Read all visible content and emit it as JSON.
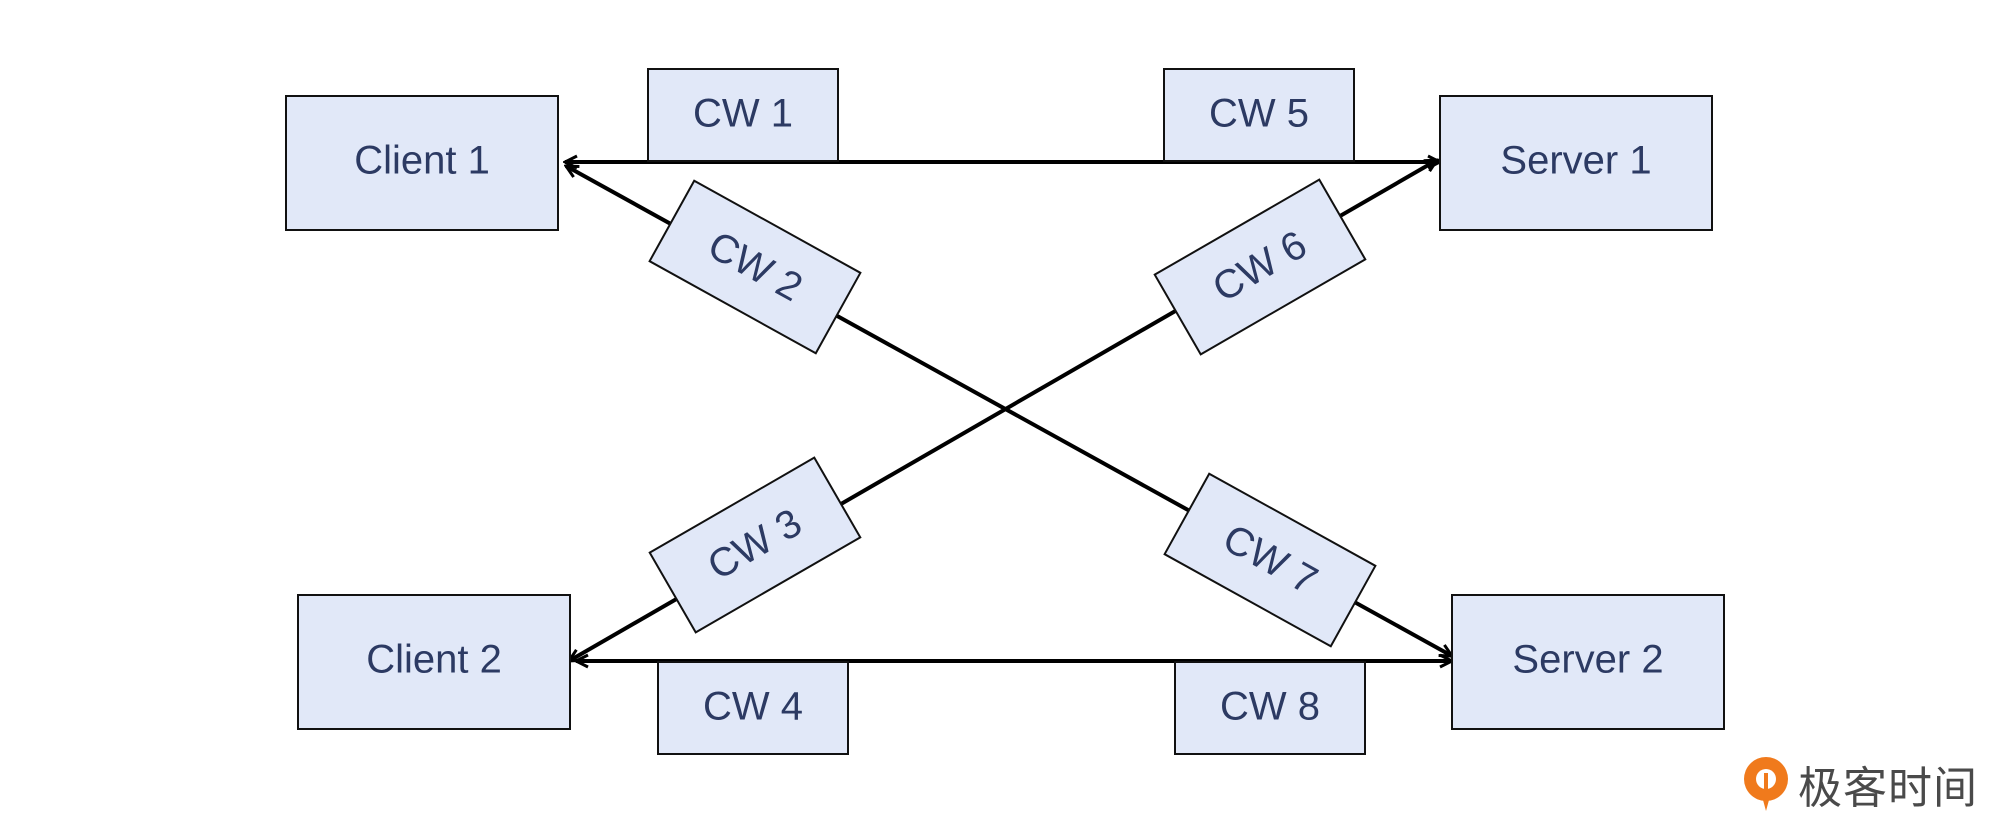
{
  "colors": {
    "box_fill": "#e1e8f8",
    "box_stroke": "#111111",
    "text": "#2c3a63",
    "line": "#000000",
    "logo_orange": "#f07a1c",
    "brand_text": "#4a4a4a"
  },
  "nodes": {
    "client1": "Client 1",
    "client2": "Client 2",
    "server1": "Server 1",
    "server2": "Server 2"
  },
  "windows": {
    "cw1": "CW 1",
    "cw2": "CW 2",
    "cw3": "CW 3",
    "cw4": "CW 4",
    "cw5": "CW 5",
    "cw6": "CW 6",
    "cw7": "CW 7",
    "cw8": "CW 8"
  },
  "brand": {
    "text": "极客时间",
    "icon": "geektime-logo-icon"
  }
}
